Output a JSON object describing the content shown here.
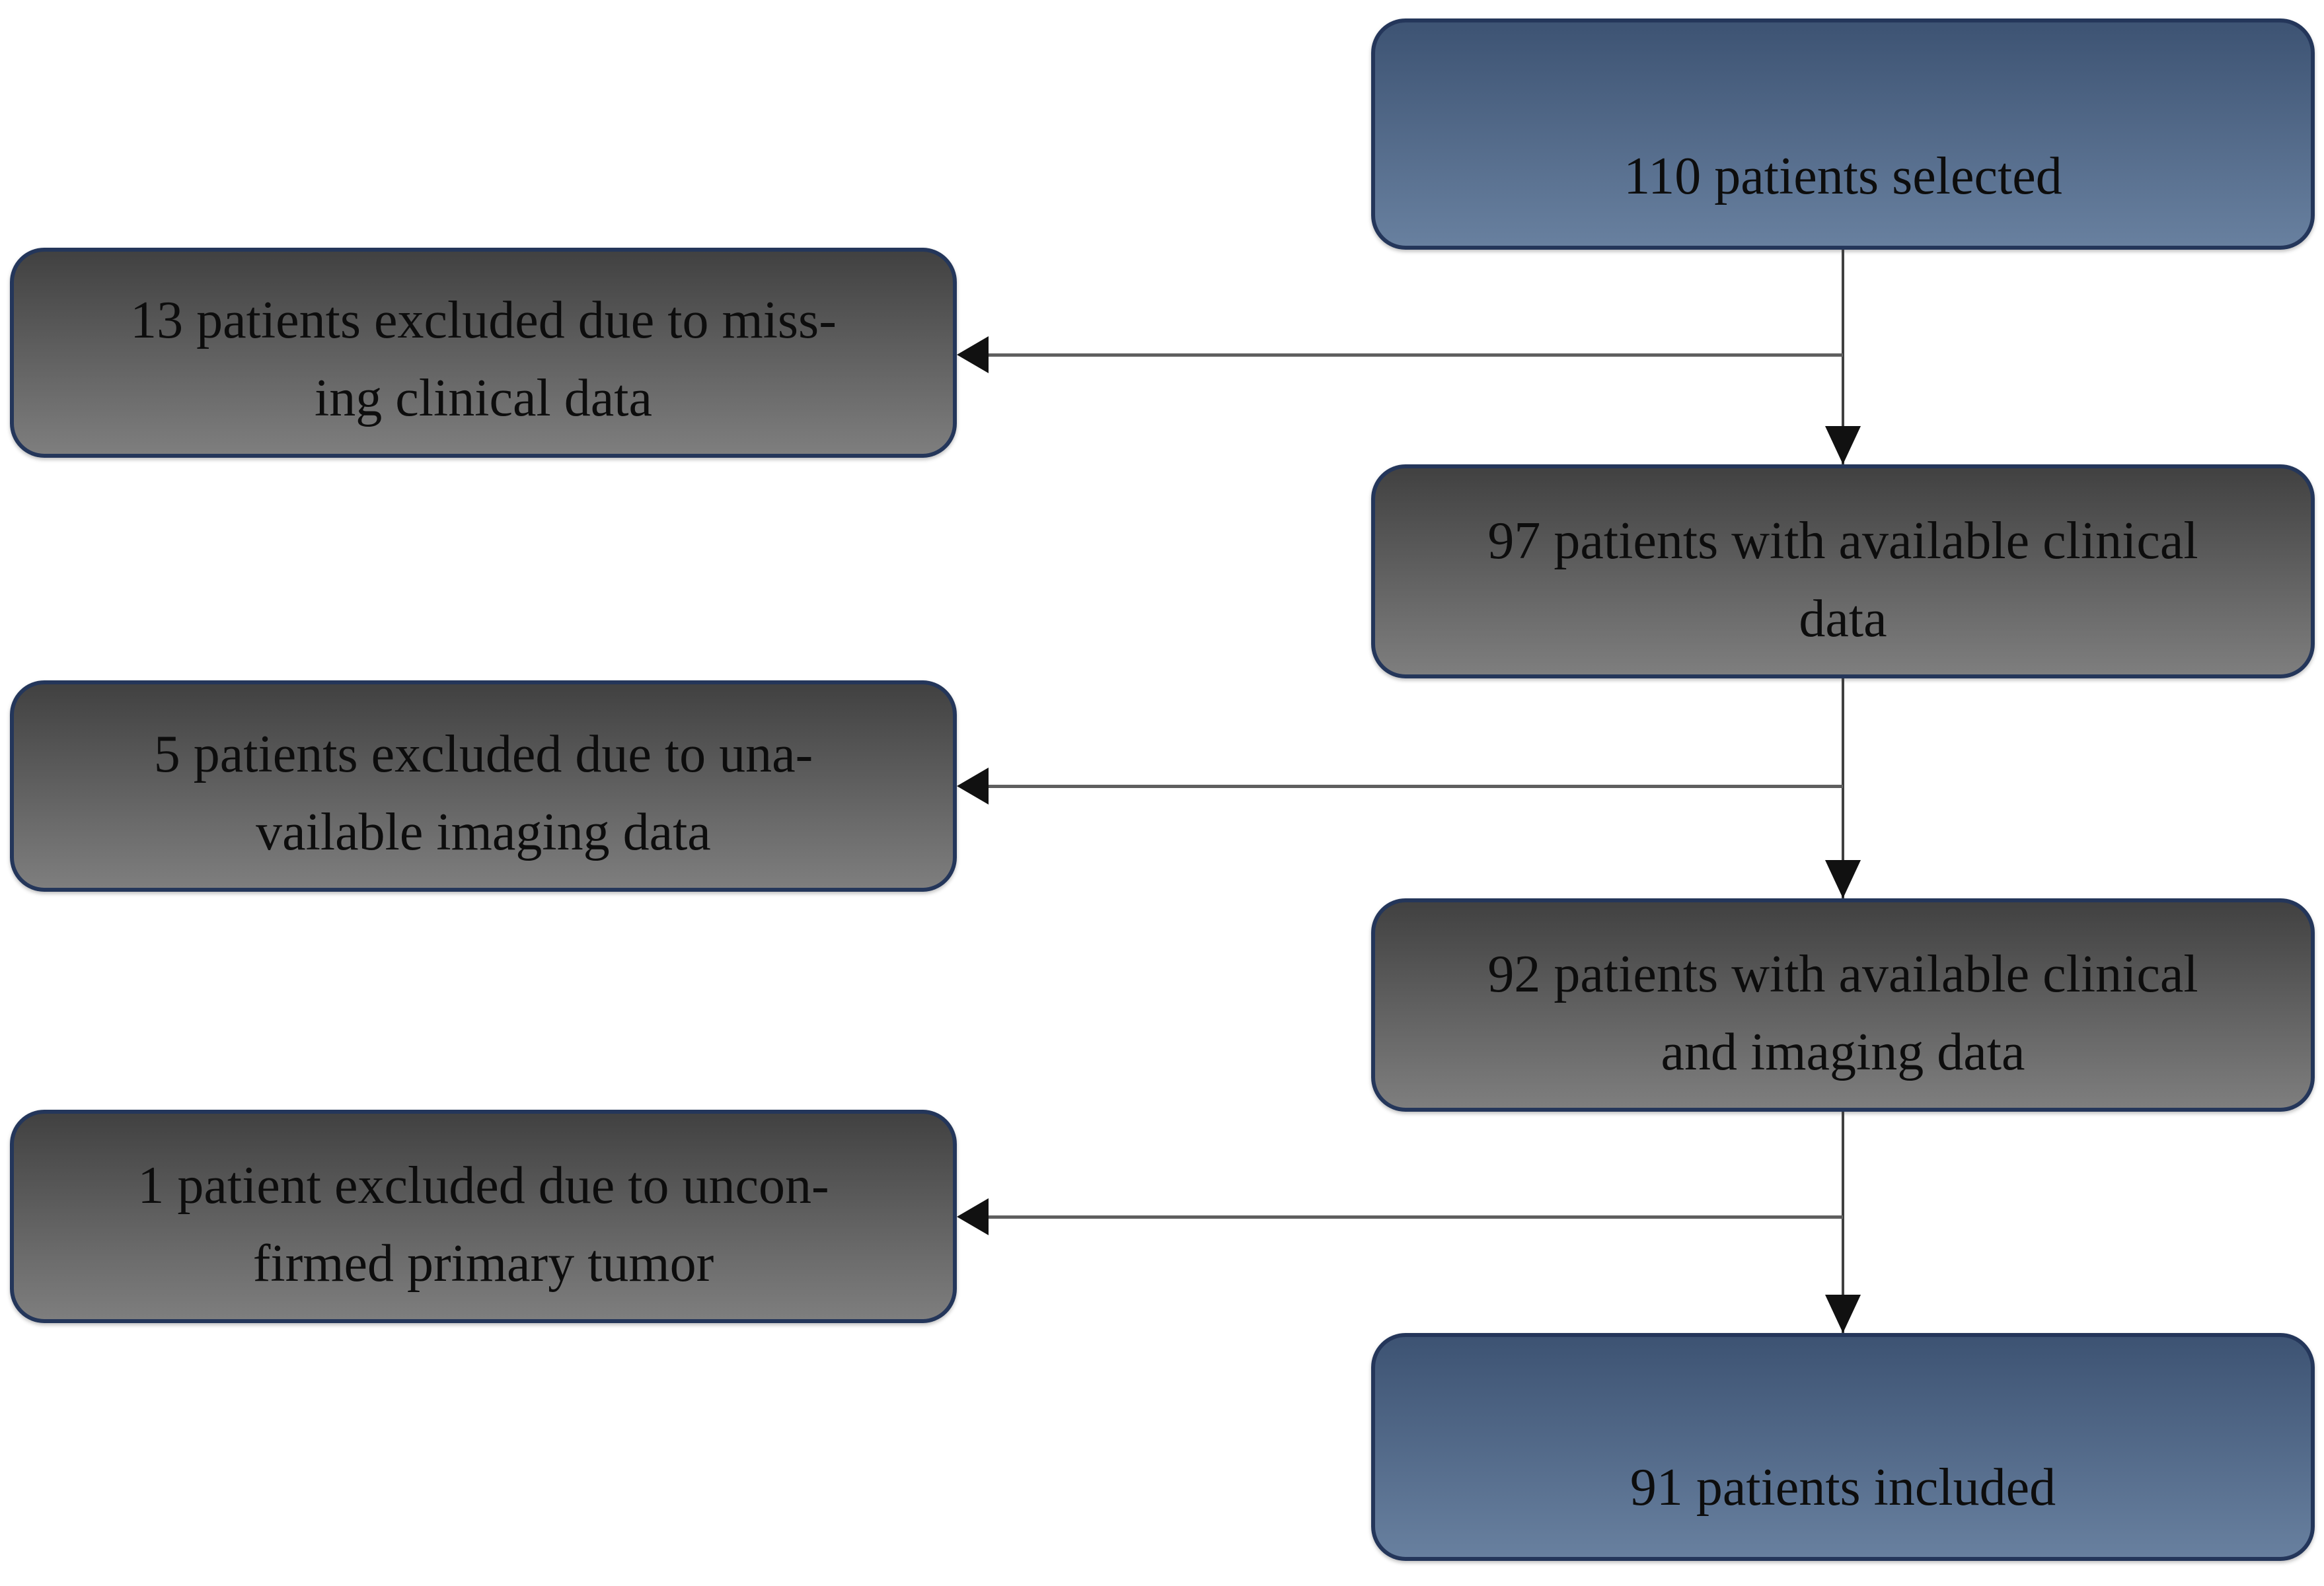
{
  "colors": {
    "blue_box_top": "#3d5373",
    "blue_box_bottom": "#68809f",
    "gray_box_top": "#414141",
    "gray_box_bottom": "#7e7e7e",
    "box_border": "#24365a",
    "connector": "#404040",
    "branch_line": "#5f5f5f",
    "arrowhead": "#111111",
    "text": "#0d0d0d"
  },
  "flowchart": {
    "selected": {
      "line1": "110 patients selected"
    },
    "excluded_clinical": {
      "line1": "13 patients excluded due to miss-",
      "line2": "ing clinical data"
    },
    "available_clinical": {
      "line1": "97 patients with available clinical",
      "line2": "data"
    },
    "excluded_imaging": {
      "line1": "5 patients excluded due to una-",
      "line2": "vailable imaging data"
    },
    "available_imaging": {
      "line1": "92 patients with available clinical",
      "line2": "and imaging data"
    },
    "excluded_tumor": {
      "line1": "1 patient excluded due to uncon-",
      "line2": "firmed primary tumor"
    },
    "included": {
      "line1": "91 patients included"
    }
  }
}
